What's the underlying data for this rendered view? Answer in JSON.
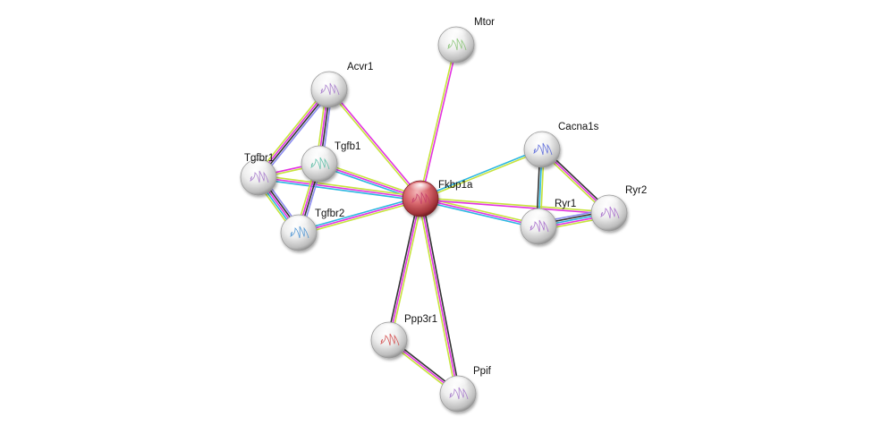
{
  "network": {
    "title": "Protein interaction network",
    "colors": {
      "node_default": "#d8d8d8",
      "node_query": "#c9474f",
      "edge_magenta": "#e232e2",
      "edge_yellow": "#c6e33c",
      "edge_black": "#333333",
      "edge_cyan": "#2bb7e0",
      "edge_blue": "#8a8af0"
    },
    "nodes": [
      {
        "id": "Fkbp1a",
        "label": "Fkbp1a",
        "query": true,
        "glyph": "#c23a6a"
      },
      {
        "id": "Mtor",
        "label": "Mtor",
        "glyph": "#7fbf6a"
      },
      {
        "id": "Acvr1",
        "label": "Acvr1",
        "glyph": "#a070c8"
      },
      {
        "id": "Tgfb1",
        "label": "Tgfb1",
        "glyph": "#4fb8a0"
      },
      {
        "id": "Tgfbr1",
        "label": "Tgfbr1",
        "glyph": "#a070c8"
      },
      {
        "id": "Tgfbr2",
        "label": "Tgfbr2",
        "glyph": "#3a8ad0"
      },
      {
        "id": "Cacna1s",
        "label": "Cacna1s",
        "glyph": "#4a5ad8"
      },
      {
        "id": "Ryr1",
        "label": "Ryr1",
        "glyph": "#a060c8"
      },
      {
        "id": "Ryr2",
        "label": "Ryr2",
        "glyph": "#a060c8"
      },
      {
        "id": "Ppp3r1",
        "label": "Ppp3r1",
        "glyph": "#d04040"
      },
      {
        "id": "Ppif",
        "label": "Ppif",
        "glyph": "#a070c8"
      }
    ],
    "edges": [
      {
        "a": "Fkbp1a",
        "b": "Mtor",
        "types": [
          "yellow",
          "magenta"
        ]
      },
      {
        "a": "Fkbp1a",
        "b": "Acvr1",
        "types": [
          "yellow",
          "magenta"
        ]
      },
      {
        "a": "Fkbp1a",
        "b": "Tgfb1",
        "types": [
          "cyan",
          "magenta",
          "yellow"
        ]
      },
      {
        "a": "Fkbp1a",
        "b": "Tgfbr1",
        "types": [
          "cyan",
          "magenta",
          "yellow"
        ]
      },
      {
        "a": "Fkbp1a",
        "b": "Tgfbr2",
        "types": [
          "yellow",
          "magenta",
          "cyan"
        ]
      },
      {
        "a": "Fkbp1a",
        "b": "Cacna1s",
        "types": [
          "cyan",
          "yellow"
        ]
      },
      {
        "a": "Fkbp1a",
        "b": "Ryr1",
        "types": [
          "yellow",
          "magenta",
          "cyan"
        ]
      },
      {
        "a": "Fkbp1a",
        "b": "Ryr2",
        "types": [
          "yellow",
          "magenta"
        ]
      },
      {
        "a": "Fkbp1a",
        "b": "Ppp3r1",
        "types": [
          "yellow",
          "magenta",
          "black"
        ]
      },
      {
        "a": "Fkbp1a",
        "b": "Ppif",
        "types": [
          "black",
          "magenta",
          "yellow"
        ]
      },
      {
        "a": "Acvr1",
        "b": "Tgfbr1",
        "types": [
          "blue",
          "black",
          "magenta",
          "yellow"
        ]
      },
      {
        "a": "Acvr1",
        "b": "Tgfb1",
        "types": [
          "blue",
          "black",
          "magenta",
          "yellow"
        ]
      },
      {
        "a": "Tgfbr1",
        "b": "Tgfb1",
        "types": [
          "magenta",
          "yellow"
        ]
      },
      {
        "a": "Tgfbr1",
        "b": "Tgfbr2",
        "types": [
          "blue",
          "black",
          "magenta",
          "cyan",
          "yellow"
        ]
      },
      {
        "a": "Tgfb1",
        "b": "Tgfbr2",
        "types": [
          "blue",
          "black",
          "magenta",
          "yellow"
        ]
      },
      {
        "a": "Cacna1s",
        "b": "Ryr1",
        "types": [
          "yellow",
          "cyan",
          "black"
        ]
      },
      {
        "a": "Cacna1s",
        "b": "Ryr2",
        "types": [
          "black",
          "magenta",
          "yellow"
        ]
      },
      {
        "a": "Ryr1",
        "b": "Ryr2",
        "types": [
          "blue",
          "black",
          "cyan",
          "magenta",
          "yellow"
        ]
      },
      {
        "a": "Ppp3r1",
        "b": "Ppif",
        "types": [
          "black",
          "magenta",
          "yellow"
        ]
      }
    ]
  }
}
